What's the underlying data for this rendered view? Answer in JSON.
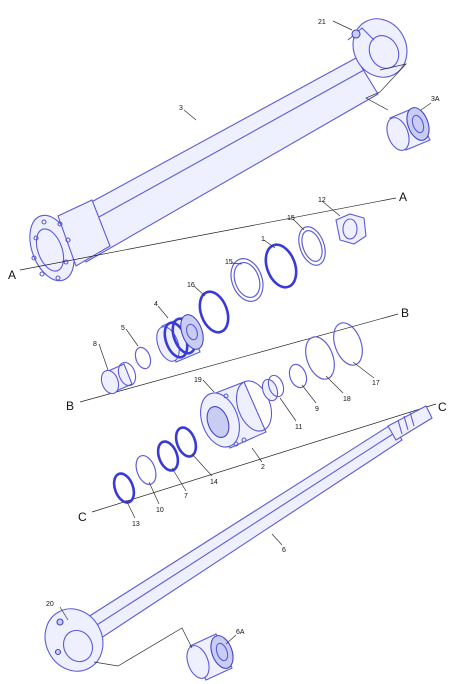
{
  "callouts": {
    "c21": "21",
    "c3A": "3A",
    "c3": "3",
    "c12": "12",
    "c15a": "15",
    "c1": "1",
    "c15b": "15",
    "c16": "16",
    "c4": "4",
    "c5": "5",
    "c8": "8",
    "c19": "19",
    "c9": "9",
    "c18": "18",
    "c17": "17",
    "c11": "11",
    "c2": "2",
    "c14": "14",
    "c7": "7",
    "c10": "10",
    "c13": "13",
    "c6": "6",
    "c20": "20",
    "c6A": "6A"
  },
  "axes": {
    "A_right": "A",
    "A_left": "A",
    "B_right": "B",
    "B_left": "B",
    "C_right": "C",
    "C_left": "C"
  }
}
